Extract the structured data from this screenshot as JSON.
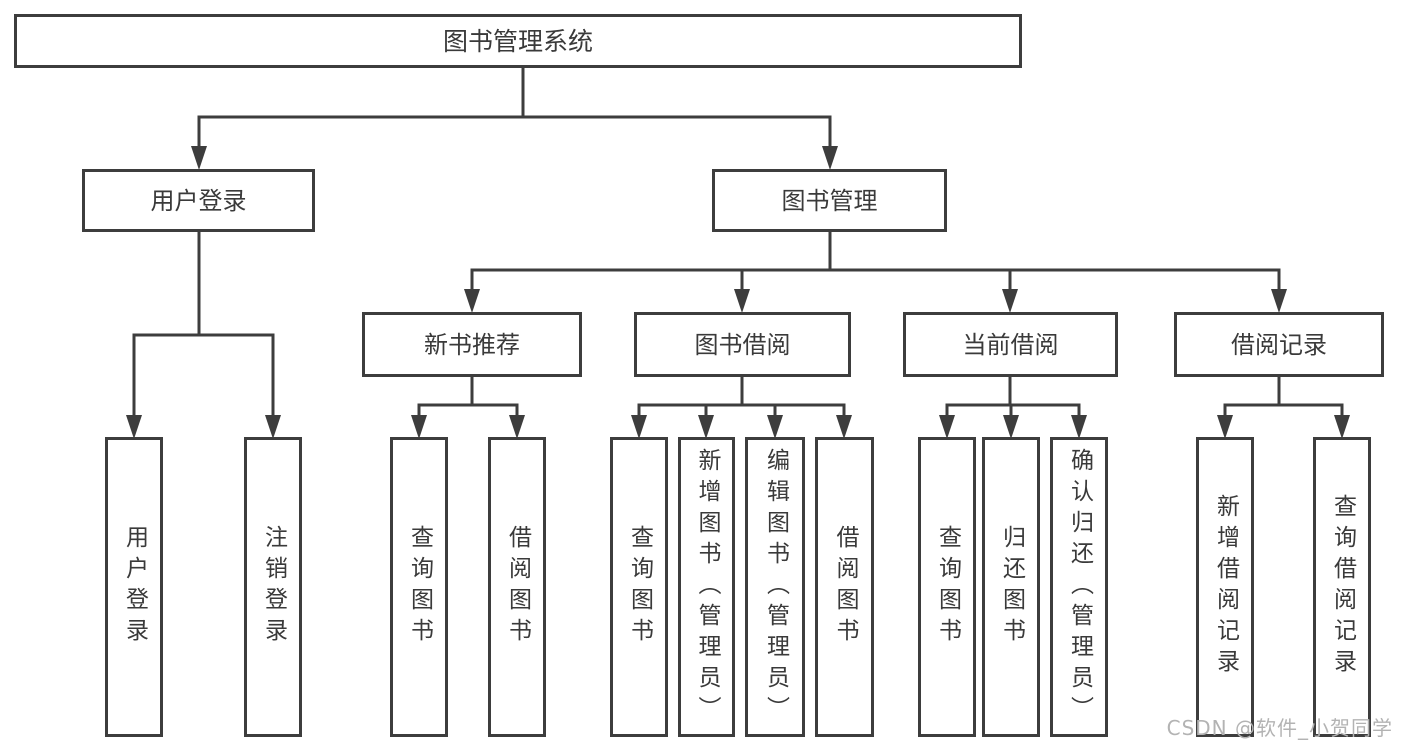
{
  "diagram": {
    "title": "图书管理系统",
    "type": "tree",
    "colors": {
      "line": "#3D3D3D",
      "text": "#3A3A3A",
      "box_background": "#FFFFFF",
      "page_background": "#FFFFFF",
      "watermark": "#B3B3B3"
    },
    "nodes": {
      "root": {
        "label": "图书管理系统"
      },
      "user_login": {
        "label": "用户登录"
      },
      "book_mgmt": {
        "label": "图书管理"
      },
      "new_rec": {
        "label": "新书推荐"
      },
      "book_borrow": {
        "label": "图书借阅"
      },
      "cur_borrow": {
        "label": "当前借阅"
      },
      "borrow_hist": {
        "label": "借阅记录"
      },
      "leaf_user_login": {
        "label": "用户登录"
      },
      "leaf_logout": {
        "label": "注销登录"
      },
      "rec_query_books": {
        "label": "查询图书"
      },
      "rec_borrow_books": {
        "label": "借阅图书"
      },
      "bor_query_books": {
        "label": "查询图书"
      },
      "bor_add_books": {
        "label": "新增图书（管理员）"
      },
      "bor_edit_books": {
        "label": "编辑图书（管理员）"
      },
      "bor_borrow_books": {
        "label": "借阅图书"
      },
      "cur_query_books": {
        "label": "查询图书"
      },
      "cur_return_books": {
        "label": "归还图书"
      },
      "cur_confirm_return": {
        "label": "确认归还（管理员）"
      },
      "hist_add_record": {
        "label": "新增借阅记录"
      },
      "hist_query_record": {
        "label": "查询借阅记录"
      }
    },
    "structure": [
      {
        "parent": "root",
        "children": [
          "user_login",
          "book_mgmt"
        ]
      },
      {
        "parent": "user_login",
        "children": [
          "leaf_user_login",
          "leaf_logout"
        ]
      },
      {
        "parent": "book_mgmt",
        "children": [
          "new_rec",
          "book_borrow",
          "cur_borrow",
          "borrow_hist"
        ]
      },
      {
        "parent": "new_rec",
        "children": [
          "rec_query_books",
          "rec_borrow_books"
        ]
      },
      {
        "parent": "book_borrow",
        "children": [
          "bor_query_books",
          "bor_add_books",
          "bor_edit_books",
          "bor_borrow_books"
        ]
      },
      {
        "parent": "cur_borrow",
        "children": [
          "cur_query_books",
          "cur_return_books",
          "cur_confirm_return"
        ]
      },
      {
        "parent": "borrow_hist",
        "children": [
          "hist_add_record",
          "hist_query_record"
        ]
      }
    ]
  },
  "watermark": {
    "text": "CSDN @软件_小贺同学"
  }
}
